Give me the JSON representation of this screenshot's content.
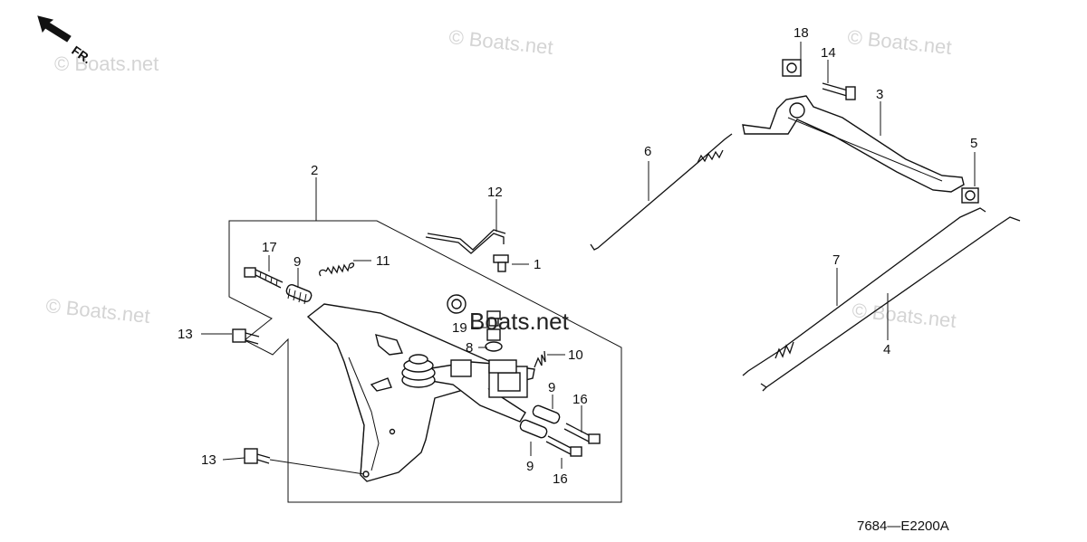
{
  "direction_label": "FR.",
  "diagram_code": "7684—E2200A",
  "watermarks": [
    "© Boats.net",
    "© Boats.net",
    "© Boats.net",
    "© Boats.net",
    "© Boats.net"
  ],
  "center_watermark": "Boats.net",
  "callouts": {
    "c1": "1",
    "c2": "2",
    "c3": "3",
    "c4": "4",
    "c5": "5",
    "c6": "6",
    "c7": "7",
    "c8": "8",
    "c9a": "9",
    "c9b": "9",
    "c9c": "9",
    "c10": "10",
    "c11": "11",
    "c12": "12",
    "c13a": "13",
    "c13b": "13",
    "c14": "14",
    "c16a": "16",
    "c16b": "16",
    "c17": "17",
    "c18": "18",
    "c19": "19"
  }
}
